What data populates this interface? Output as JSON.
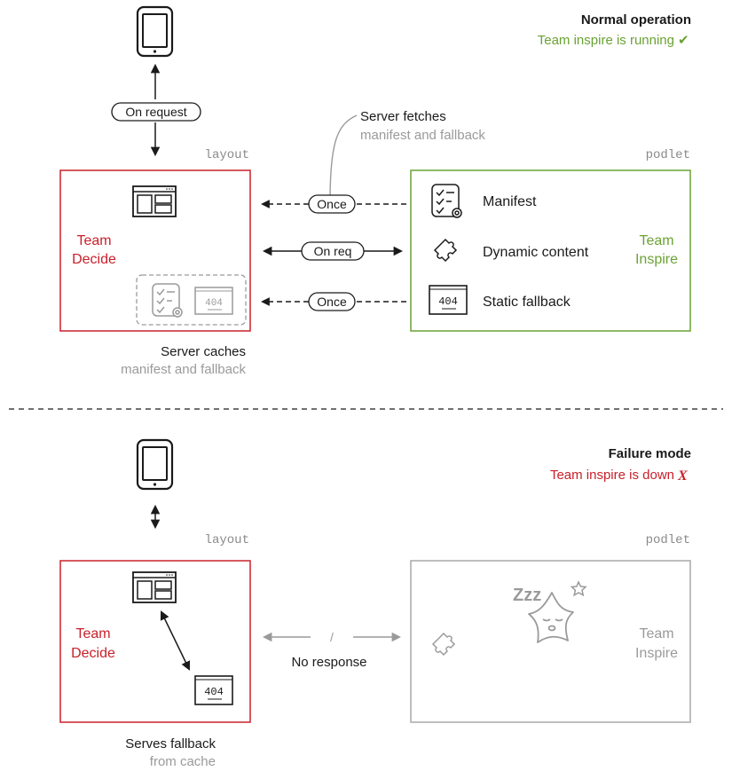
{
  "colors": {
    "red": "#c8202a",
    "green": "#6aa233",
    "gray": "#9a9a9a",
    "dark": "#1a1a1a"
  },
  "normal": {
    "title": "Normal operation",
    "status": "Team inspire is running",
    "status_mark": "✔",
    "on_request": "On request",
    "layout_label": "layout",
    "podlet_label": "podlet",
    "fetch_note": {
      "line1": "Server fetches",
      "line2": "manifest and fallback"
    },
    "decide": {
      "line1": "Team",
      "line2": "Decide"
    },
    "inspire": {
      "line1": "Team",
      "line2": "Inspire"
    },
    "arrows": {
      "once_top": "Once",
      "on_req": "On req",
      "once_bottom": "Once"
    },
    "podlet_items": {
      "manifest": "Manifest",
      "dynamic": "Dynamic content",
      "static": "Static fallback"
    },
    "fallback_code": "404",
    "cache_note": {
      "line1": "Server caches",
      "line2": "manifest and fallback"
    }
  },
  "failure": {
    "title": "Failure mode",
    "status": "Team inspire is down",
    "status_mark": "X",
    "layout_label": "layout",
    "podlet_label": "podlet",
    "decide": {
      "line1": "Team",
      "line2": "Decide"
    },
    "inspire": {
      "line1": "Team",
      "line2": "Inspire"
    },
    "slash": "/",
    "no_response": "No response",
    "sleep_text": "Zzz",
    "fallback_code": "404",
    "serves_note": {
      "line1": "Serves fallback",
      "line2": "from cache"
    }
  }
}
